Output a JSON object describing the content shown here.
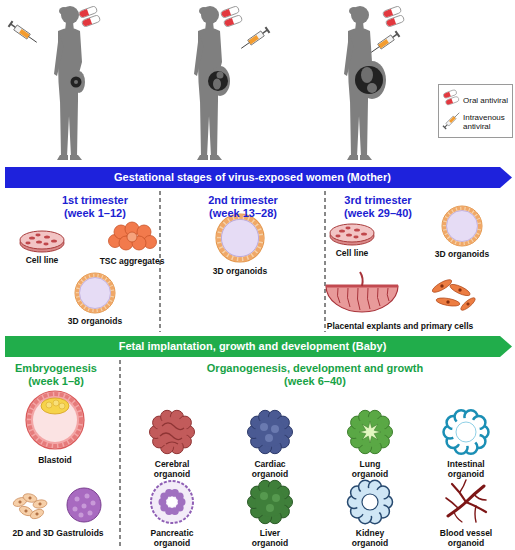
{
  "diagram": {
    "nodes": [
      {
        "text": [
          "Gestational stages of virus-exposed women (Mother)"
        ]
      },
      {
        "text": [
          "Fetal implantation, growth and development (Baby)"
        ]
      }
    ],
    "labels": [
      "1st trimester (week 1–12)",
      "2nd trimester (week 13–28)",
      "3rd trimester (week 29–40)",
      "Cell line",
      "TSC aggregates",
      "3D organoids",
      "3D organoids",
      "Cell line",
      "3D organoids",
      "Placental explants and primary cells",
      "Embryogenesis (week 1–8)",
      "Organogenesis, development and growth (week 6–40)",
      "Blastoid",
      "Cerebral organoid",
      "Cardiac organoid",
      "Lung organoid",
      "Intestinal organoid",
      "2D and 3D Gastruloids",
      "Pancreatic organoid",
      "Liver organoid",
      "Kidney organoid",
      "Blood vessel organoid"
    ],
    "legend": [
      {
        "text": "Oral antiviral"
      },
      {
        "text": "Intravenous antiviral"
      }
    ]
  }
}
